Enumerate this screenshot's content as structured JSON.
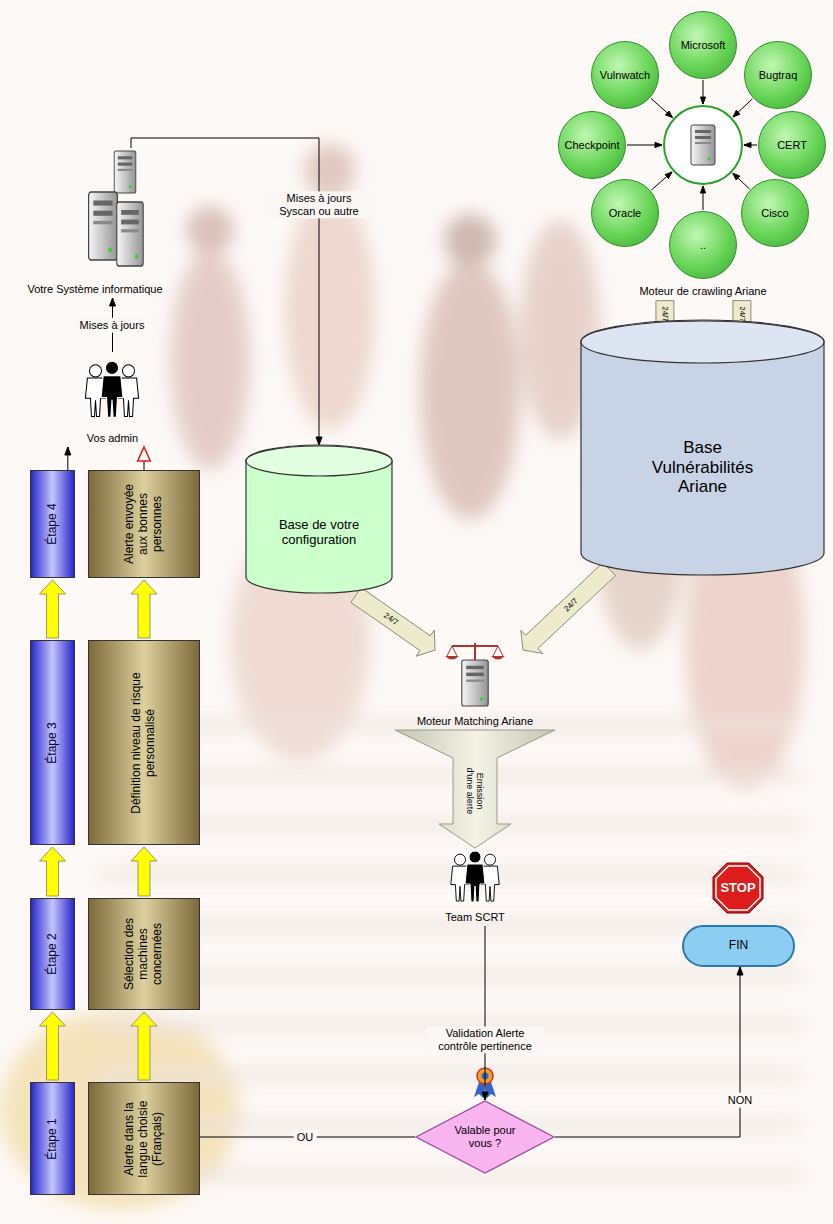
{
  "diagram": {
    "nodes": [
      {
        "text": [
          "Microsoft"
        ]
      },
      {
        "text": [
          "Vulnwatch"
        ]
      },
      {
        "text": [
          "Bugtraq"
        ]
      },
      {
        "text": [
          "Checkpoint"
        ]
      },
      {
        "text": [
          "CERT"
        ]
      },
      {
        "text": [
          "Oracle"
        ]
      },
      {
        "text": [
          "Cisco"
        ]
      },
      {
        "text": [
          ".."
        ]
      },
      {
        "text": [
          "Moteur de crawling Ariane"
        ]
      },
      {
        "text": [
          "Votre Système informatique"
        ]
      },
      {
        "text": [
          "Vos admin"
        ]
      },
      {
        "text": [
          "Base de votre configuration"
        ]
      },
      {
        "text": [
          "Base Vulnérabilités Ariane"
        ]
      },
      {
        "text": [
          "Étape 4"
        ]
      },
      {
        "text": [
          "Alerte envoyée aux bonnes personnes"
        ]
      },
      {
        "text": [
          "Moteur Matching Ariane"
        ]
      },
      {
        "text": [
          "Étape 3"
        ]
      },
      {
        "text": [
          "Définition niveau de risque personnalisé"
        ]
      },
      {
        "text": [
          "Étape 2"
        ]
      },
      {
        "text": [
          "Sélection des machines concernées"
        ]
      },
      {
        "text": [
          "Team SCRT"
        ]
      },
      {
        "text": [
          "STOP"
        ]
      },
      {
        "text": [
          "FIN"
        ]
      },
      {
        "text": [
          "Étape 1"
        ]
      },
      {
        "text": [
          "Alerte dans la langue choisie (Français)"
        ]
      },
      {
        "text": [
          "Valable pour vous ?"
        ]
      }
    ],
    "edges": [
      {
        "from": 0,
        "to": 8,
        "arrow": "to"
      },
      {
        "from": 1,
        "to": 8,
        "arrow": "to"
      },
      {
        "from": 2,
        "to": 8,
        "arrow": "to"
      },
      {
        "from": 3,
        "to": 8,
        "arrow": "to"
      },
      {
        "from": 4,
        "to": 8,
        "arrow": "to"
      },
      {
        "from": 5,
        "to": 8,
        "arrow": "to"
      },
      {
        "from": 6,
        "to": 8,
        "arrow": "to"
      },
      {
        "from": 7,
        "to": 8,
        "arrow": "to"
      },
      {
        "from": 8,
        "to": 12,
        "label": "24/7",
        "arrow": "to"
      },
      {
        "from": 8,
        "to": 12,
        "label": "24/7",
        "arrow": "to"
      },
      {
        "from": 11,
        "to": 15,
        "label": "24/7",
        "arrow": "to"
      },
      {
        "from": 12,
        "to": 15,
        "label": "24/7",
        "arrow": "to"
      },
      {
        "from": 15,
        "to": 20,
        "label": "Emission d'une alerte",
        "arrow": "to"
      },
      {
        "from": 20,
        "to": 25,
        "label": "Validation Alerte contrôle pertinence",
        "arrow": "to"
      },
      {
        "from": 25,
        "to": 22,
        "label": "NON",
        "arrow": "to"
      },
      {
        "from": 25,
        "to": 24,
        "label": "OU",
        "arrow": "none"
      },
      {
        "from": 23,
        "to": 18,
        "arrow": "to"
      },
      {
        "from": 18,
        "to": 16,
        "arrow": "to"
      },
      {
        "from": 16,
        "to": 13,
        "arrow": "to"
      },
      {
        "from": 24,
        "to": 19,
        "arrow": "to"
      },
      {
        "from": 19,
        "to": 17,
        "arrow": "to"
      },
      {
        "from": 17,
        "to": 14,
        "arrow": "to"
      },
      {
        "from": 13,
        "to": 10,
        "arrow": "to"
      },
      {
        "from": 14,
        "to": 10,
        "arrow": "to"
      },
      {
        "from": 10,
        "to": 9,
        "label": "Mises à jours",
        "arrow": "to"
      },
      {
        "from": 9,
        "to": 11,
        "label": "Mises à jours Syscan ou autre",
        "arrow": "to"
      }
    ]
  }
}
